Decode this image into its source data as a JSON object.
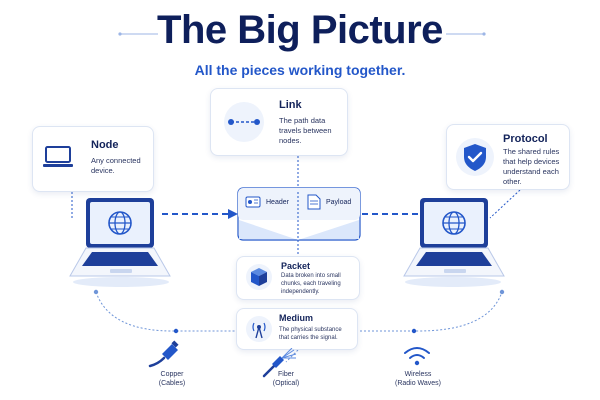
{
  "title": "The Big Picture",
  "subtitle": "All the pieces working together.",
  "node": {
    "title": "Node",
    "text": [
      "Any connected",
      "device."
    ],
    "icon": "laptop-icon"
  },
  "link": {
    "title": "Link",
    "text": [
      "The path data",
      "travels between",
      "nodes."
    ],
    "icon": "link-path-icon"
  },
  "protocol": {
    "title": "Protocol",
    "text": [
      "The shared rules",
      "that help devices",
      "understand each",
      "other."
    ],
    "icon": "shield-check-icon"
  },
  "packet_envelope": {
    "header": "Header",
    "payload": "Payload"
  },
  "packet": {
    "title": "Packet",
    "text": [
      "Data broken into small",
      "chunks, each traveling",
      "independently."
    ],
    "icon": "cube-icon"
  },
  "medium": {
    "title": "Medium",
    "text": [
      "The physical substance",
      "that carries the signal."
    ],
    "icon": "antenna-icon"
  },
  "media": [
    {
      "line1": "Copper",
      "line2": "(Cables)",
      "icon": "copper-cable-icon"
    },
    {
      "line1": "Fiber",
      "line2": "(Optical)",
      "icon": "fiber-optic-icon"
    },
    {
      "line1": "Wireless",
      "line2": "(Radio Waves)",
      "icon": "wireless-icon"
    }
  ],
  "colors": {
    "navy": "#0e1f5b",
    "blue": "#2357c9",
    "light_blue": "#dbe7fb"
  }
}
